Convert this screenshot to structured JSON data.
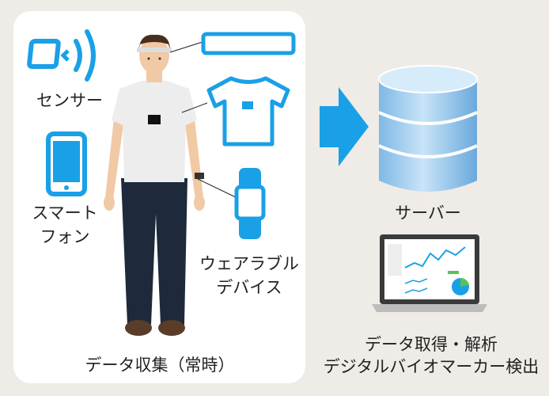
{
  "colors": {
    "accent": "#1aa0e6",
    "panel": "#ffffff",
    "background": "#efebe6",
    "server": "#9fcdf0"
  },
  "labels": {
    "sensor": "センサー",
    "smartphone_line1": "スマート",
    "smartphone_line2": "フォン",
    "wearable_line1": "ウェアラブル",
    "wearable_line2": "デバイス",
    "data_collection": "データ収集（常時）",
    "server": "サーバー",
    "analysis_line1": "データ取得・解析",
    "analysis_line2": "デジタルバイオマーカー検出"
  },
  "icons": [
    "sensor-icon",
    "smartphone-icon",
    "headband-icon",
    "tshirt-icon",
    "smartwatch-icon",
    "arrow-right-icon",
    "database-icon",
    "laptop-icon"
  ]
}
